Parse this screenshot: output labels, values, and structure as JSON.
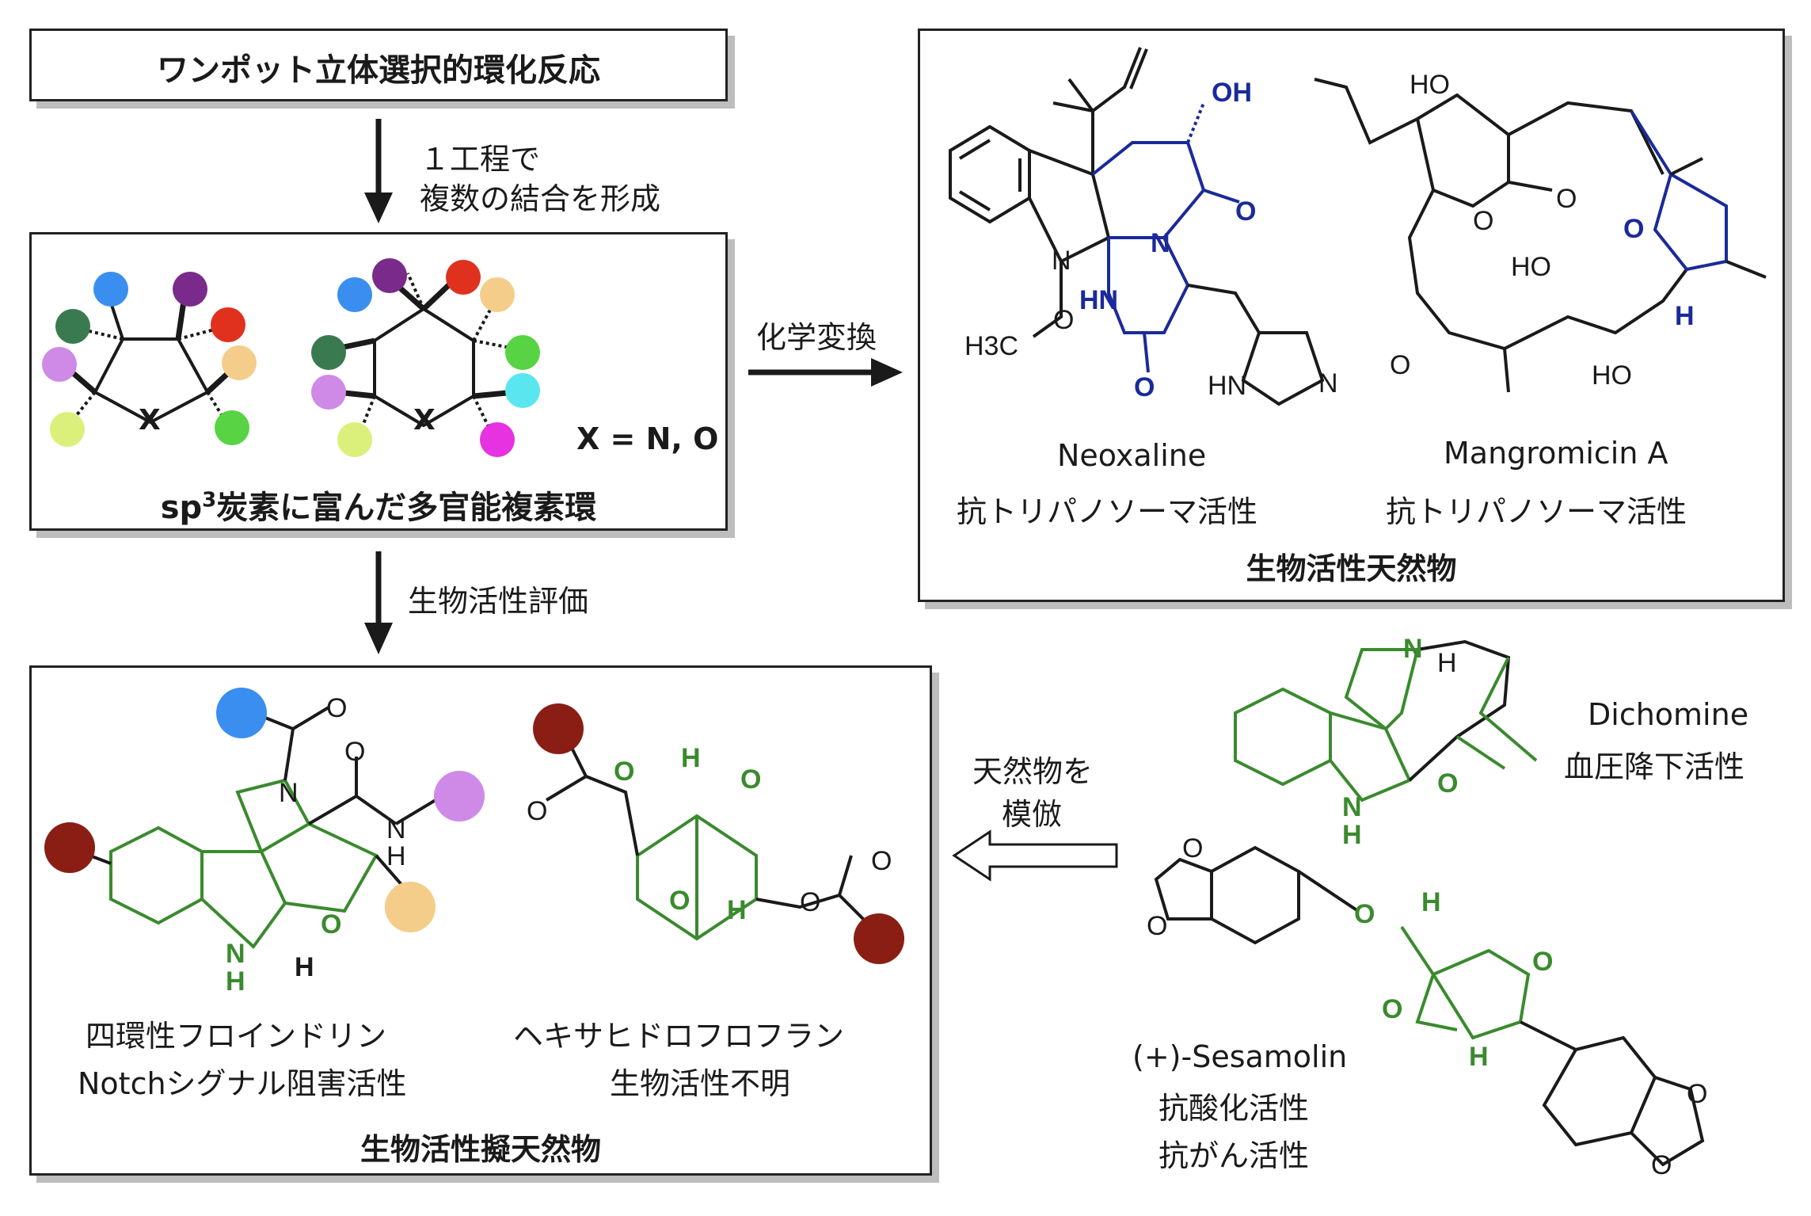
{
  "top_box": {
    "title": "ワンポット立体選択的環化反応"
  },
  "arrow1": {
    "line1": "１工程で",
    "line2": "複数の結合を形成"
  },
  "scaffold_box": {
    "ring_atom_5": "X",
    "ring_atom_6": "X",
    "x_definition": "X = N, O",
    "caption_pre": "sp",
    "caption_sup": "3",
    "caption_post": "炭素に富んだ多官能複素環"
  },
  "arrow2": {
    "label": "化学変換"
  },
  "natural_products_box": {
    "title": "生物活性天然物",
    "neoxaline": {
      "name": "Neoxaline",
      "activity": "抗トリパノソーマ活性",
      "atoms": {
        "oh": "OH",
        "carbonyl_o": "O",
        "n_ring": "N",
        "n_indole": "N",
        "o_methoxy": "O",
        "hn": "HN",
        "h3c": "H3C",
        "o_lower": "O",
        "hn_imid": "HN",
        "n_imid": "N"
      }
    },
    "mangromicin": {
      "name": "Mangromicin A",
      "activity": "抗トリパノソーマ活性",
      "atoms": {
        "ho_top": "HO",
        "ring_o": "O",
        "lactone_o": "O",
        "thf_o": "O",
        "ho_mid": "HO",
        "ketone_o": "O",
        "ho_bottom": "HO",
        "h": "H"
      }
    }
  },
  "arrow3": {
    "label": "生物活性評価"
  },
  "mimic_box": {
    "title": "生物活性擬天然物",
    "left": {
      "name": "四環性フロインドリン",
      "activity": "Notchシグナル阻害活性",
      "atoms": {
        "o_top": "O",
        "n_pyr": "N",
        "o_amide": "O",
        "nh_n": "N",
        "nh_h": "H",
        "o_fur": "O",
        "nh_ind_n": "N",
        "nh_ind_h": "H",
        "h": "H"
      }
    },
    "right": {
      "name": "ヘキサヒドロフロフラン",
      "activity": "生物活性不明",
      "atoms": {
        "o_ester1": "O",
        "o_carb1": "O",
        "h_top": "H",
        "o_ring1": "O",
        "o_ring2": "O",
        "h_bottom": "H",
        "o_ester2": "O",
        "o_carb2": "O"
      }
    }
  },
  "arrow4": {
    "line1": "天然物を",
    "line2": "模倣"
  },
  "dichomine": {
    "name": "Dichomine",
    "activity": "血圧降下活性",
    "atoms": {
      "n": "N",
      "h": "H",
      "o": "O",
      "nh_n": "N",
      "nh_h": "H"
    }
  },
  "sesamolin": {
    "name": "(+)-Sesamolin",
    "activity1": "抗酸化活性",
    "activity2": "抗がん活性",
    "atoms": {
      "o1": "O",
      "o2": "O",
      "o_link": "O",
      "h_top": "H",
      "o_r": "O",
      "o_l": "O",
      "h_bottom": "H",
      "o3": "O",
      "o4": "O"
    }
  },
  "colors": {
    "blue_structure": "#1a2a9a",
    "green_structure": "#3a8a2e",
    "dot_blue": "#3a8ef0",
    "dot_purple": "#7a2a8a",
    "dot_darkgreen": "#3a7a50",
    "dot_red": "#e0311f",
    "dot_lilac": "#cf8ae8",
    "dot_peach": "#f4cd8a",
    "dot_lime": "#dbf07a",
    "dot_green": "#57d344",
    "dot_cyan": "#5ae6ef",
    "dot_magenta": "#e632e0",
    "dot_maroon": "#8a1e14"
  }
}
